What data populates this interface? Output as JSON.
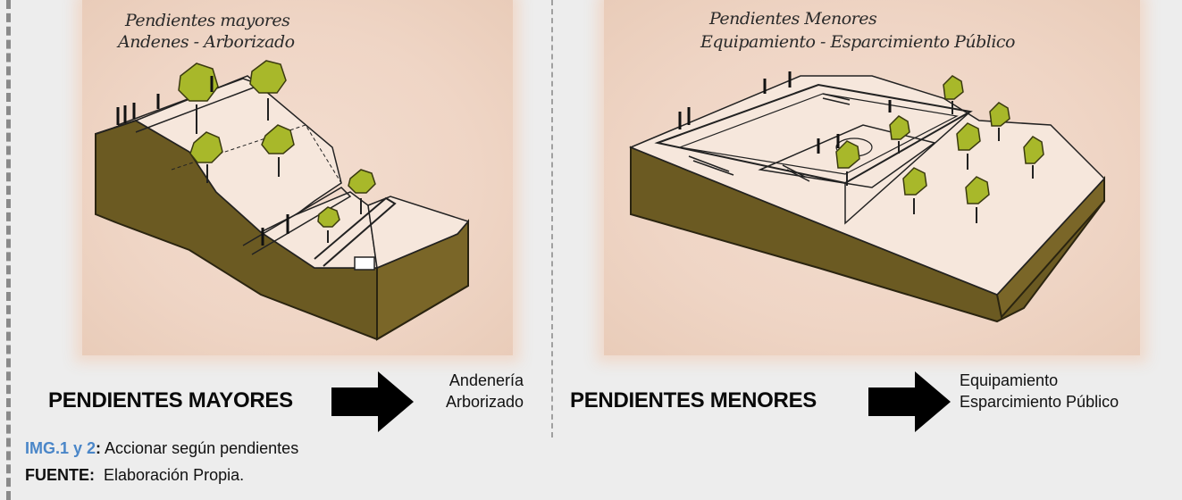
{
  "panels": [
    {
      "sketch_label_line1": "Pendientes mayores",
      "sketch_label_line2": "Andenes - Arborizado",
      "caption": "PENDIENTES MAYORES",
      "result_line1": "Andenería",
      "result_line2": "Arborizado"
    },
    {
      "sketch_label_line1": "Pendientes Menores",
      "sketch_label_line2": "Equipamiento - Esparcimiento Público",
      "caption": "PENDIENTES MENORES",
      "result_line1": "Equipamiento",
      "result_line2": "Esparcimiento Público"
    }
  ],
  "footer": {
    "img_ref": "IMG.1 y 2",
    "img_colon": ":",
    "img_text": " Accionar según pendientes",
    "source_label": "FUENTE:",
    "source_text": "  Elaboración Propia."
  },
  "colors": {
    "background": "#ededed",
    "panel": "#efd5c5",
    "earth": "#6b5a22",
    "tree": "#a8b82a",
    "img_ref": "#4a86c8"
  }
}
